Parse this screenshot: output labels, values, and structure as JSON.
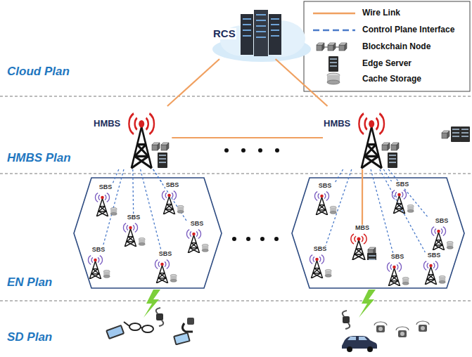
{
  "diagram": {
    "nodes": [
      {
        "text": [
          "RCS"
        ]
      },
      {
        "text": [
          "HMBS"
        ]
      },
      {
        "text": [
          "HMBS"
        ]
      },
      {
        "text": [
          "SBS"
        ]
      },
      {
        "text": [
          "SBS"
        ]
      },
      {
        "text": [
          "SBS"
        ]
      },
      {
        "text": [
          "SBS"
        ]
      },
      {
        "text": [
          "SBS"
        ]
      },
      {
        "text": [
          "SBS"
        ]
      },
      {
        "text": [
          "SBS"
        ]
      },
      {
        "text": [
          "SBS"
        ]
      },
      {
        "text": [
          "SBS"
        ]
      },
      {
        "text": [
          "MBS"
        ]
      },
      {
        "text": [
          "SBS"
        ]
      },
      {
        "text": [
          "SBS"
        ]
      },
      {
        "text": [
          "SBS"
        ]
      }
    ],
    "edges": [
      {
        "from": 0,
        "to": 1,
        "arrow": "none"
      },
      {
        "from": 0,
        "to": 2,
        "arrow": "none"
      },
      {
        "from": 1,
        "to": 2,
        "arrow": "none"
      },
      {
        "from": 1,
        "to": 3,
        "arrow": "none"
      },
      {
        "from": 1,
        "to": 4,
        "arrow": "none"
      },
      {
        "from": 1,
        "to": 5,
        "arrow": "none"
      },
      {
        "from": 1,
        "to": 6,
        "arrow": "none"
      },
      {
        "from": 1,
        "to": 7,
        "arrow": "none"
      },
      {
        "from": 1,
        "to": 8,
        "arrow": "none"
      },
      {
        "from": 2,
        "to": 12,
        "arrow": "none"
      },
      {
        "from": 2,
        "to": 9,
        "arrow": "none"
      },
      {
        "from": 2,
        "to": 10,
        "arrow": "none"
      },
      {
        "from": 2,
        "to": 11,
        "arrow": "none"
      },
      {
        "from": 2,
        "to": 13,
        "arrow": "none"
      },
      {
        "from": 2,
        "to": 14,
        "arrow": "none"
      },
      {
        "from": 2,
        "to": 15,
        "arrow": "none"
      }
    ],
    "labels": [
      "Cloud Plan",
      "HMBS Plan",
      "EN Plan",
      "SD Plan"
    ],
    "legend": [
      {
        "text": "Wire Link"
      },
      {
        "text": "Control Plane Interface"
      },
      {
        "text": "Blockchain Node"
      },
      {
        "text": "Edge Server"
      },
      {
        "text": "Cache Storage"
      }
    ]
  }
}
